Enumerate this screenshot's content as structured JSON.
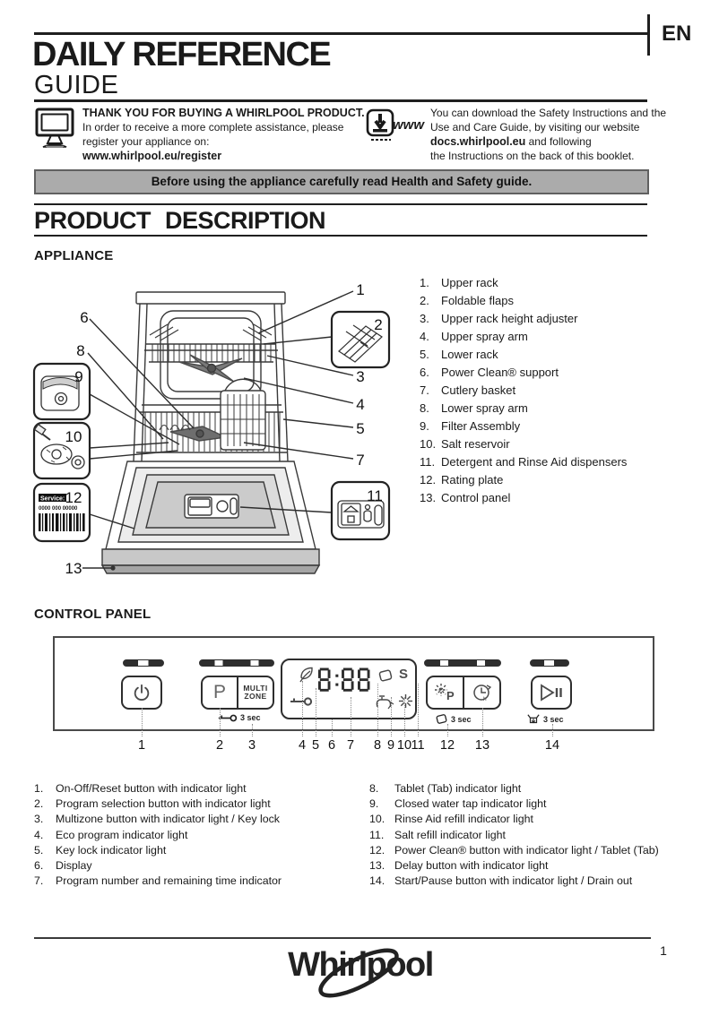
{
  "lang": "EN",
  "header": {
    "title_top": "DAILY REFERENCE",
    "title_bottom": "GUIDE"
  },
  "intro": {
    "thanks": {
      "bold": "THANK YOU FOR BUYING A WHIRLPOOL PRODUCT.",
      "line1": "In order to receive a more complete  assistance, please",
      "line2": "register your appliance on:",
      "link": "www.whirlpool.eu/register"
    },
    "download": {
      "www": "www",
      "line1": "You can download the Safety Instructions and the",
      "line2": "Use and Care Guide, by visiting our website",
      "bold": "docs.whirlpool.eu",
      "line3_rest": " and following",
      "line4": "the Instructions on the back of this booklet."
    }
  },
  "banner": "Before using the appliance carefully read Health and Safety guide.",
  "product": {
    "title": "PRODUCT DESCRIPTION",
    "appliance_heading": "APPLIANCE",
    "parts": [
      {
        "num": "1.",
        "label": "Upper rack"
      },
      {
        "num": "2.",
        "label": "Foldable flaps"
      },
      {
        "num": "3.",
        "label": "Upper rack height adjuster"
      },
      {
        "num": "4.",
        "label": "Upper spray arm"
      },
      {
        "num": "5.",
        "label": "Lower rack"
      },
      {
        "num": "6.",
        "label": "Power Clean® support"
      },
      {
        "num": "7.",
        "label": "Cutlery basket"
      },
      {
        "num": "8.",
        "label": "Lower spray arm"
      },
      {
        "num": "9.",
        "label": "Filter Assembly"
      },
      {
        "num": "10.",
        "label": "Salt reservoir"
      },
      {
        "num": "11.",
        "label": "Detergent and Rinse Aid dispensers"
      },
      {
        "num": "12.",
        "label": "Rating plate"
      },
      {
        "num": "13.",
        "label": "Control panel"
      }
    ],
    "diagram": {
      "callouts": {
        "c1": "1",
        "c2": "2",
        "c3": "3",
        "c4": "4",
        "c5": "5",
        "c6": "6",
        "c7": "7",
        "c8": "8",
        "c9": "9",
        "c10": "10",
        "c11": "11",
        "c12": "12",
        "c13": "13"
      },
      "service_label": "Service:",
      "service_code": "0000 000 00000"
    }
  },
  "panel": {
    "heading": "CONTROL PANEL",
    "p_button": "P",
    "multizone": [
      "MULTI",
      "ZONE"
    ],
    "display_time": "8:88",
    "salt_letter": "S",
    "hold_key": "3 sec",
    "hold_tab": "3 sec",
    "hold_drain": "3 sec",
    "callouts": [
      "1",
      "2",
      "3",
      "4",
      "5",
      "6",
      "7",
      "8",
      "9",
      "10",
      "11",
      "12",
      "13",
      "14"
    ]
  },
  "legend": {
    "left": [
      {
        "num": "1.",
        "text": "On-Off/Reset button with indicator light"
      },
      {
        "num": "2.",
        "text": "Program selection button with indicator light"
      },
      {
        "num": "3.",
        "text": "Multizone button with indicator light / Key lock"
      },
      {
        "num": "4.",
        "text": "Eco program indicator light"
      },
      {
        "num": "5.",
        "text": "Key lock indicator light"
      },
      {
        "num": "6.",
        "text": "Display"
      },
      {
        "num": "7.",
        "text": "Program number and remaining time indicator"
      }
    ],
    "right": [
      {
        "num": "8.",
        "text": "Tablet (Tab) indicator light"
      },
      {
        "num": "9.",
        "text": "Closed water tap indicator light"
      },
      {
        "num": "10.",
        "text": "Rinse Aid refill indicator light"
      },
      {
        "num": "11.",
        "text": "Salt refill indicator light"
      },
      {
        "num": "12.",
        "text": "Power Clean® button with indicator light / Tablet (Tab)"
      },
      {
        "num": "13.",
        "text": "Delay button with indicator light"
      },
      {
        "num": "14.",
        "text": "Start/Pause button with indicator light / Drain out"
      }
    ]
  },
  "footer": {
    "brand": "Whirlpool",
    "page": "1"
  },
  "colors": {
    "ink": "#1a1a1a",
    "banner_bg": "#ababab",
    "banner_border": "#606060"
  }
}
